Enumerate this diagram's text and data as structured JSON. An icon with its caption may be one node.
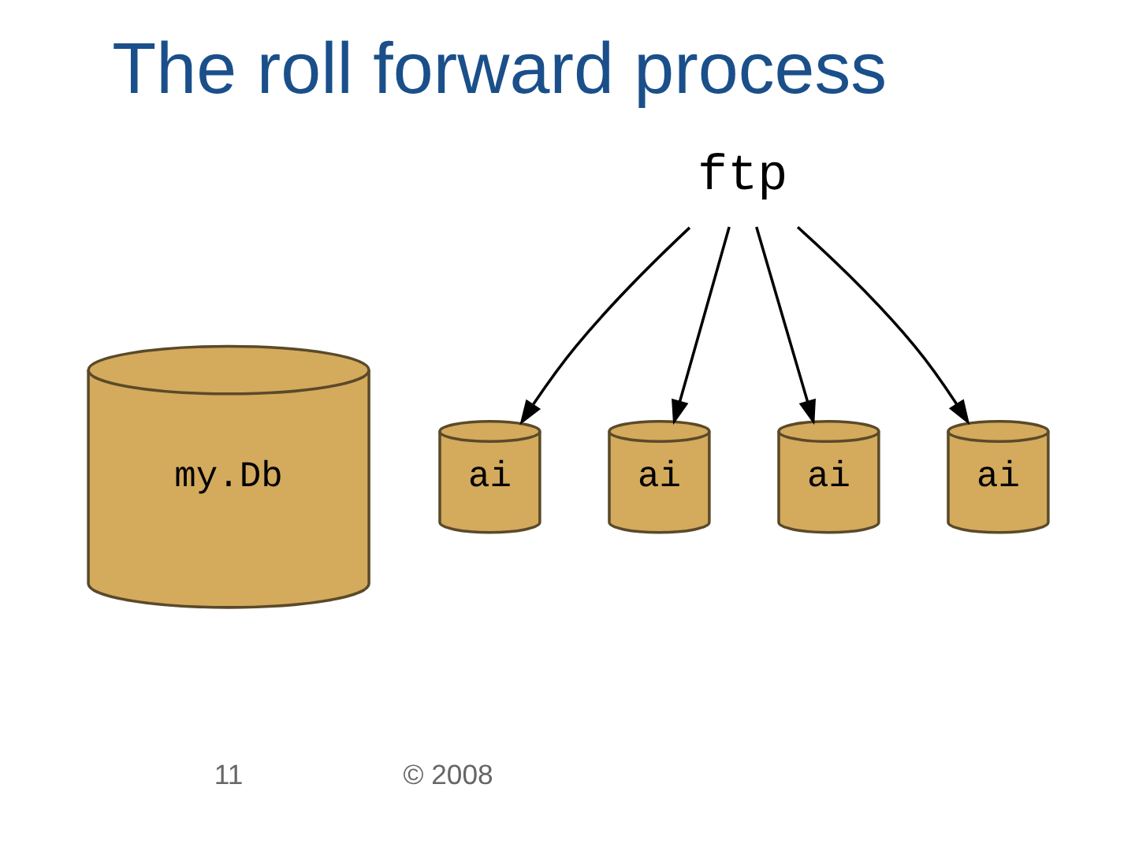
{
  "diagram": {
    "title": "The roll forward process",
    "nodes": [
      {
        "text": [
          "my.Db"
        ]
      },
      {
        "text": [
          "ftp"
        ]
      },
      {
        "text": [
          "ai"
        ]
      },
      {
        "text": [
          "ai"
        ]
      },
      {
        "text": [
          "ai"
        ]
      },
      {
        "text": [
          "ai"
        ]
      }
    ],
    "edges": [
      {
        "from": 1,
        "to": 2,
        "arrow": "to"
      },
      {
        "from": 1,
        "to": 3,
        "arrow": "to"
      },
      {
        "from": 1,
        "to": 4,
        "arrow": "to"
      },
      {
        "from": 1,
        "to": 5,
        "arrow": "to"
      }
    ],
    "labels": [
      "11",
      "© 2008"
    ]
  }
}
